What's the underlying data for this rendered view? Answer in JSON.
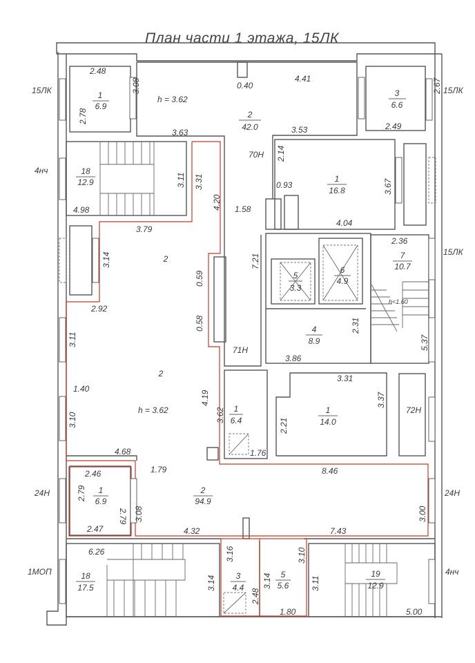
{
  "title": "План части 1 этажа, 15ЛК",
  "rooms": [
    {
      "num": "1",
      "area": "6.9"
    },
    {
      "num": "2",
      "area": "42.0"
    },
    {
      "num": "3",
      "area": "6.6"
    },
    {
      "num": "18",
      "area": "12.9"
    },
    {
      "num": "1",
      "area": "16.8"
    },
    {
      "num": "7",
      "area": "10.7"
    },
    {
      "num": "5",
      "area": "3.3"
    },
    {
      "num": "6",
      "area": "4.9"
    },
    {
      "num": "4",
      "area": "8.9"
    },
    {
      "num": "1",
      "area": "6.4"
    },
    {
      "num": "1",
      "area": "14.0"
    },
    {
      "num": "1",
      "area": "6.9"
    },
    {
      "num": "2",
      "area": "94.9"
    },
    {
      "num": "18",
      "area": "17.5"
    },
    {
      "num": "3",
      "area": "4.4"
    },
    {
      "num": "5",
      "area": "5.6"
    },
    {
      "num": "19",
      "area": "12.9"
    }
  ],
  "corridor_labels": [
    "2",
    "2"
  ],
  "heights": [
    "h = 3.62",
    "h = 3.62",
    "h<1.60"
  ],
  "tags": [
    "15ЛК",
    "15ЛК",
    "4нч",
    "70Н",
    "15ЛК",
    "71Н",
    "72Н",
    "24Н",
    "24Н",
    "1МОП",
    "4нч"
  ],
  "dims": [
    "2.48",
    "0.40",
    "4.41",
    "2.67",
    "3.08",
    "2.78",
    "3.63",
    "3.53",
    "2.49",
    "2.14",
    "3.11",
    "3.31",
    "4.20",
    "0.93",
    "3.67",
    "1.58",
    "4.98",
    "4.04",
    "3.79",
    "2.36",
    "3.14",
    "7.21",
    "0.59",
    "2.92",
    "0.58",
    "2.31",
    "3.11",
    "5.37",
    "3.86",
    "3.31",
    "1.40",
    "3.37",
    "4.19",
    "3.10",
    "3.62",
    "2.21",
    "1.76",
    "4.68",
    "1.79",
    "8.46",
    "2.46",
    "2.79",
    "2.79",
    "3.08",
    "3.00",
    "2.47",
    "4.32",
    "7.43",
    "6.26",
    "3.16",
    "3.10",
    "3.14",
    "3.14",
    "3.11",
    "2.48",
    "1.80",
    "5.00"
  ]
}
